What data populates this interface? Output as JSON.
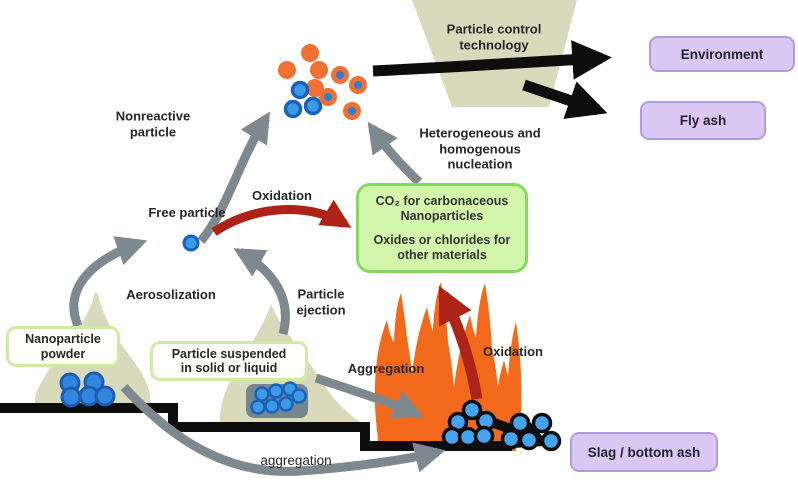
{
  "colors": {
    "tan": "#d9d9bc",
    "purple_fill": "#d9c8f3",
    "purple_border": "#b49ae0",
    "green_fill": "#d3f7aa",
    "green_border": "#85d95e",
    "white_box_border": "#cdeba5",
    "arrow_gray": "#7d898e",
    "arrow_dark_red": "#ae2317",
    "arrow_black": "#0d0d0d",
    "fire_orange": "#f2691c",
    "particle_blue": "#3f9ae6",
    "particle_blue_dark": "#1763bc",
    "particle_orange": "#f07133",
    "text": "#272727"
  },
  "nodes": {
    "particle_control": "Particle control\ntechnology",
    "environment": "Environment",
    "fly_ash": "Fly ash",
    "slag_bottom_ash": "Slag / bottom ash",
    "nanoparticle_powder": "Nanoparticle\npowder",
    "particle_suspended": "Particle suspended\nin solid or liquid",
    "reaction_products_line1": "CO₂ for carbonaceous\nNanoparticles",
    "reaction_products_line2": "Oxides or chlorides for\nother materials"
  },
  "labels": {
    "nonreactive_particle": "Nonreactive\nparticle",
    "nucleation": "Heterogeneous and\nhomogenous\nnucleation",
    "oxidation_top": "Oxidation",
    "free_particle": "Free particle",
    "aerosolization": "Aerosolization",
    "particle_ejection": "Particle\nejection",
    "aggregation_mid": "Aggregation",
    "oxidation_fire": "Oxidation",
    "aggregation_bottom": "aggregation"
  }
}
